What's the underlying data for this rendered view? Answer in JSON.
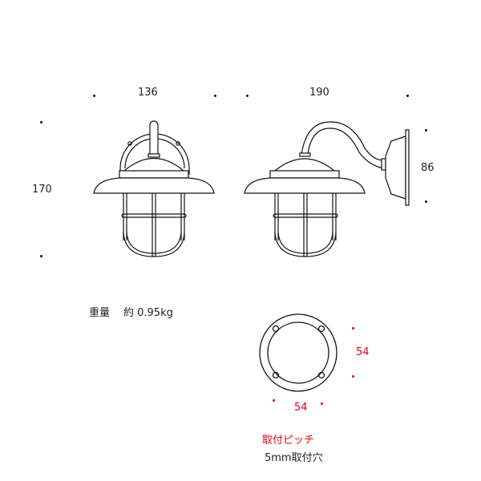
{
  "front_view": {
    "width_label": "136",
    "height_label": "170"
  },
  "side_view": {
    "depth_label": "190",
    "base_height_label": "86"
  },
  "weight": {
    "label": "重量",
    "value": "約 0.95kg"
  },
  "mounting_plate": {
    "pitch_vertical": "54",
    "pitch_horizontal": "54",
    "pitch_caption": "取付ピッチ",
    "hole_caption": "5mm取付穴"
  },
  "colors": {
    "line": "#111111",
    "accent_red": "#e60012"
  }
}
